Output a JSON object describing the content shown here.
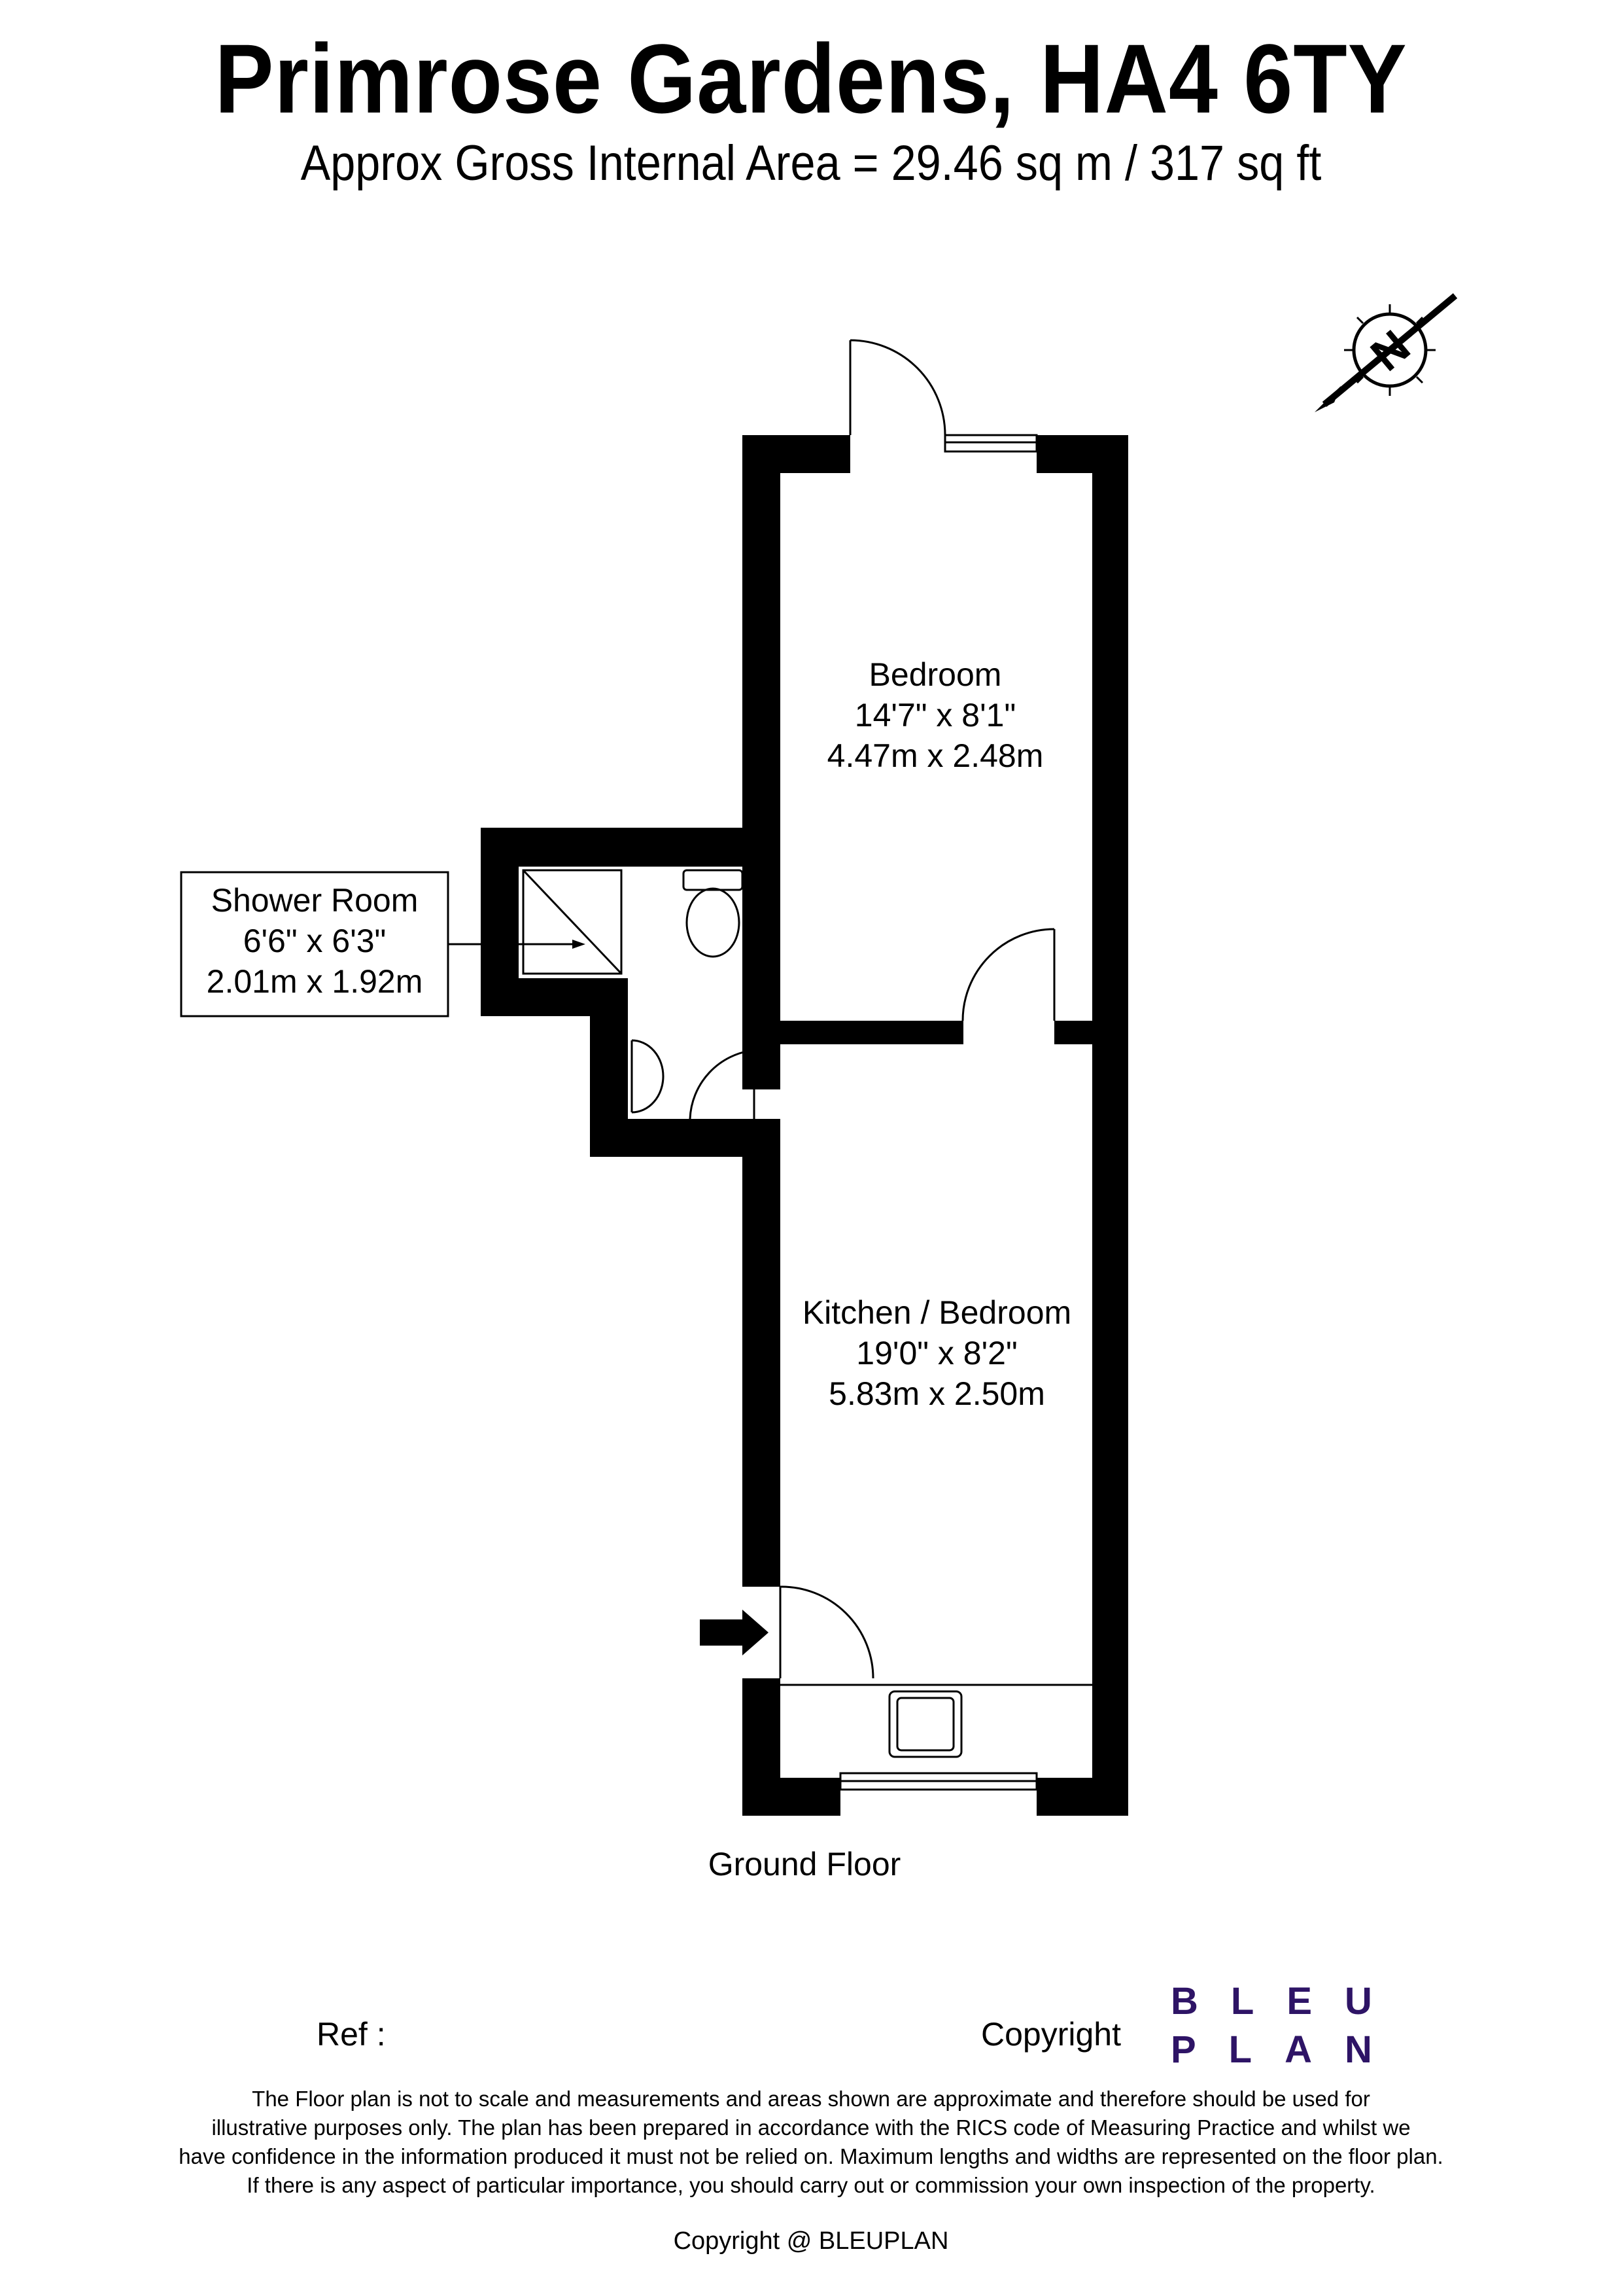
{
  "header": {
    "title": "Primrose Gardens, HA4 6TY",
    "subtitle": "Approx Gross Internal Area = 29.46 sq m / 317 sq ft"
  },
  "rooms": [
    {
      "name": "Bedroom",
      "imperial": "14'7\" x 8'1\"",
      "metric": "4.47m x 2.48m"
    },
    {
      "name": "Shower Room",
      "imperial": "6'6\" x 6'3\"",
      "metric": "2.01m x 1.92m"
    },
    {
      "name": "Kitchen / Bedroom",
      "imperial": "19'0\" x 8'2\"",
      "metric": "5.83m x 2.50m"
    }
  ],
  "floor": {
    "label": "Ground Floor"
  },
  "compass": {
    "letter": "N",
    "icon": "north-arrow-icon"
  },
  "entrance": {
    "icon": "entrance-arrow-icon"
  },
  "footer": {
    "ref_label": "Ref  :",
    "copyright_label": "Copyright",
    "logo_line1": "BLEU",
    "logo_line2": "PLAN",
    "logo_color": "#2e1466",
    "disclaimer": [
      "The Floor plan is not to scale and measurements and areas shown are approximate and therefore should be used for",
      "illustrative purposes only. The plan has been prepared in accordance with the RICS code of Measuring Practice and whilst we",
      "have confidence in the information produced it must not be relied on. Maximum lengths and widths are represented on the floor plan.",
      "If there is any aspect of particular importance, you should carry out or commission your own inspection of the property."
    ],
    "copyright_text": "Copyright @ BLEUPLAN"
  }
}
